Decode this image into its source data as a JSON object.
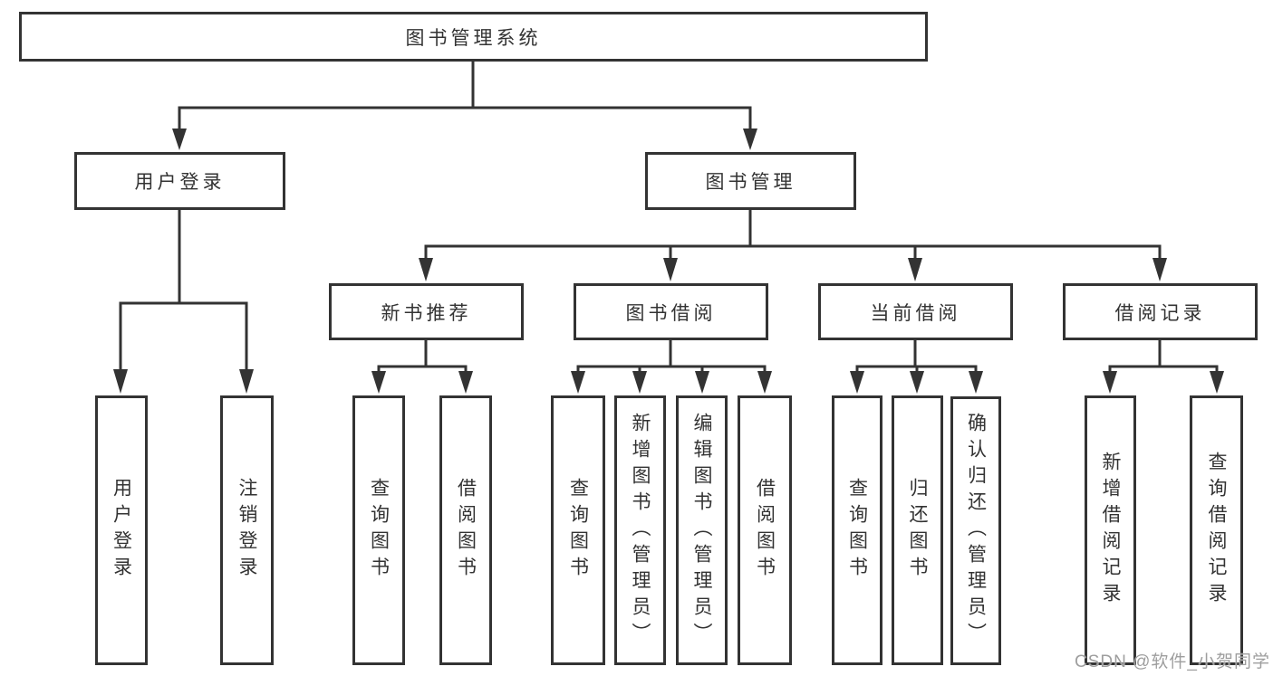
{
  "diagram": {
    "root": {
      "label": "图书管理系统"
    },
    "login": {
      "label": "用户登录"
    },
    "manage": {
      "label": "图书管理"
    },
    "newbook": {
      "label": "新书推荐"
    },
    "borrow": {
      "label": "图书借阅"
    },
    "current": {
      "label": "当前借阅"
    },
    "record": {
      "label": "借阅记录"
    },
    "leaf_login_user": {
      "label": "用户登录"
    },
    "leaf_login_logout": {
      "label": "注销登录"
    },
    "leaf_new_query": {
      "label": "查询图书"
    },
    "leaf_new_borrow": {
      "label": "借阅图书"
    },
    "leaf_bor_query": {
      "label": "查询图书"
    },
    "leaf_bor_add": {
      "label": "新增图书（管理员）"
    },
    "leaf_bor_edit": {
      "label": "编辑图书（管理员）"
    },
    "leaf_bor_borrow": {
      "label": "借阅图书"
    },
    "leaf_cur_query": {
      "label": "查询图书"
    },
    "leaf_cur_return": {
      "label": "归还图书"
    },
    "leaf_cur_confirm": {
      "label": "确认归还（管理员）"
    },
    "leaf_rec_add": {
      "label": "新增借阅记录"
    },
    "leaf_rec_query": {
      "label": "查询借阅记录"
    }
  },
  "watermark": {
    "text": "CSDN @软件_小贺同学"
  },
  "colors": {
    "line": "#333333",
    "text": "#333333",
    "watermark": "#9e9e9e",
    "background": "#ffffff"
  }
}
